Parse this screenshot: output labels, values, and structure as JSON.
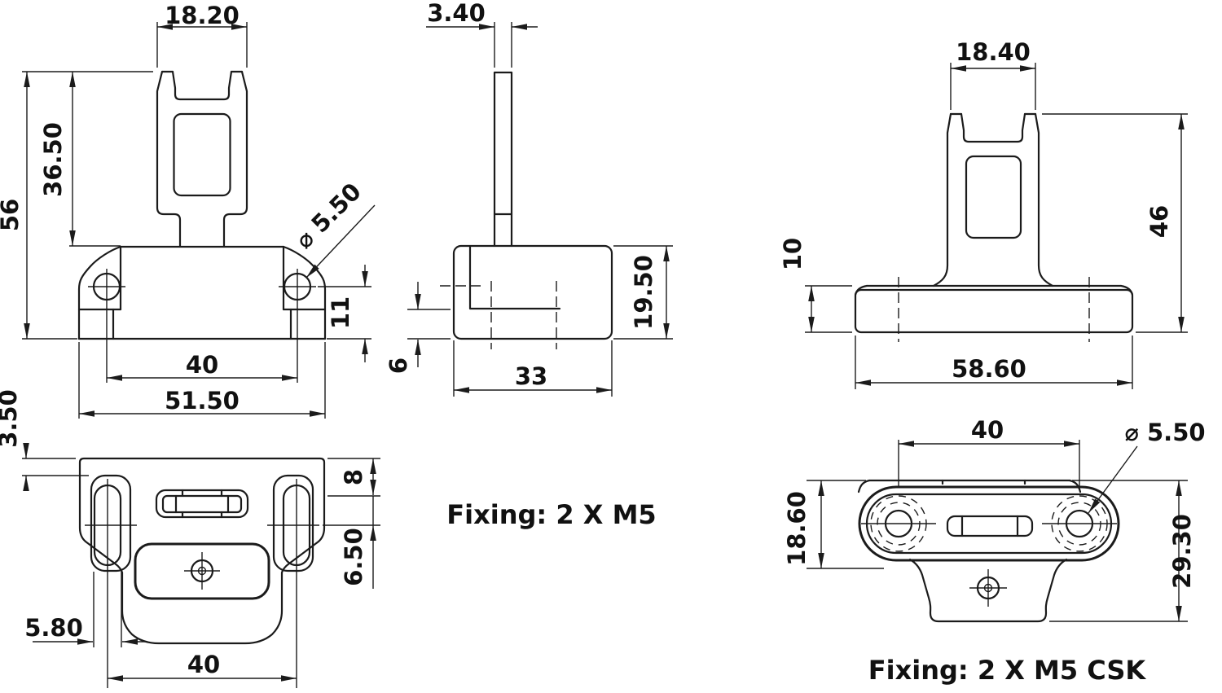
{
  "drawing": {
    "captions": {
      "fixing_m5": "Fixing: 2 X M5",
      "fixing_m5_csk": "Fixing: 2 X M5 CSK"
    },
    "views": {
      "front_left": {
        "dims": {
          "fork_width": "18.20",
          "fork_height": "36.50",
          "overall_height": "56",
          "hole_diameter": "⌀ 5.50",
          "hole_to_base": "11",
          "hole_spacing": "40",
          "base_width": "51.50"
        }
      },
      "side": {
        "dims": {
          "blade_thickness": "3.40",
          "base_height": "19.50",
          "step_height": "6",
          "base_depth": "33"
        }
      },
      "front_right": {
        "dims": {
          "fork_width": "18.40",
          "overall_height": "46",
          "base_height": "10",
          "base_width": "58.60"
        }
      },
      "bottom_left": {
        "dims": {
          "edge_to_slot": "3.50",
          "top_to_slot": "8",
          "slot_center": "6.50",
          "slot_width": "5.80",
          "slot_spacing": "40"
        }
      },
      "bottom_right": {
        "dims": {
          "hole_spacing": "40",
          "hole_diameter": "⌀ 5.50",
          "boss_height": "18.60",
          "overall_height": "29.30"
        }
      }
    }
  }
}
